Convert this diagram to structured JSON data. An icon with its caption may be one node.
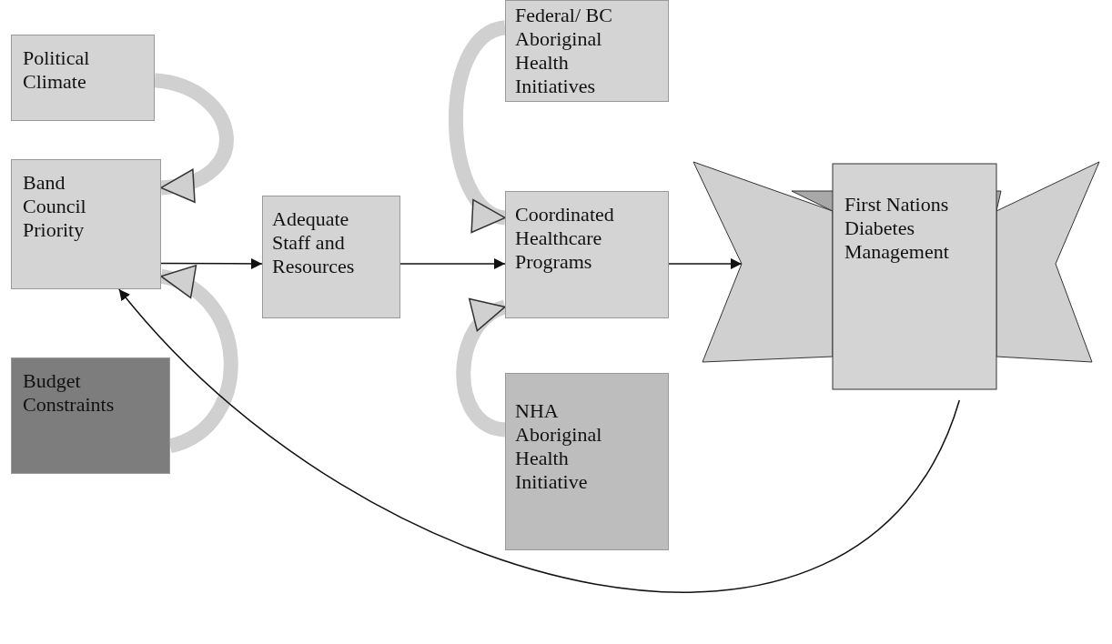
{
  "diagram": {
    "nodes": [
      {
        "text": [
          "Political Climate"
        ]
      },
      {
        "text": [
          "Band Council Priority"
        ]
      },
      {
        "text": [
          "Budget Constraints"
        ]
      },
      {
        "text": [
          "Adequate Staff and Resources"
        ]
      },
      {
        "text": [
          "Federal/ BC Aboriginal Health Initiatives"
        ]
      },
      {
        "text": [
          "Coordinated Healthcare Programs"
        ]
      },
      {
        "text": [
          "NHA Aboriginal Health Initiative"
        ]
      },
      {
        "text": [
          "First Nations Diabetes Management"
        ]
      }
    ],
    "edges": [
      {
        "from": 0,
        "to": 1,
        "arrow": "to",
        "style": "thick",
        "color": "#d0d0d0"
      },
      {
        "from": 2,
        "to": 1,
        "arrow": "to",
        "style": "thick",
        "color": "#d0d0d0"
      },
      {
        "from": 1,
        "to": 3,
        "arrow": "to",
        "color": "#111111"
      },
      {
        "from": 3,
        "to": 5,
        "arrow": "to",
        "color": "#111111"
      },
      {
        "from": 4,
        "to": 5,
        "arrow": "to",
        "style": "thick",
        "color": "#d0d0d0"
      },
      {
        "from": 6,
        "to": 5,
        "arrow": "to",
        "style": "thick",
        "color": "#d0d0d0"
      },
      {
        "from": 7,
        "to": 1,
        "arrow": "to",
        "color": "#111111"
      },
      {
        "from": 5,
        "to": 7,
        "arrow": "to",
        "color": "#111111"
      }
    ]
  }
}
